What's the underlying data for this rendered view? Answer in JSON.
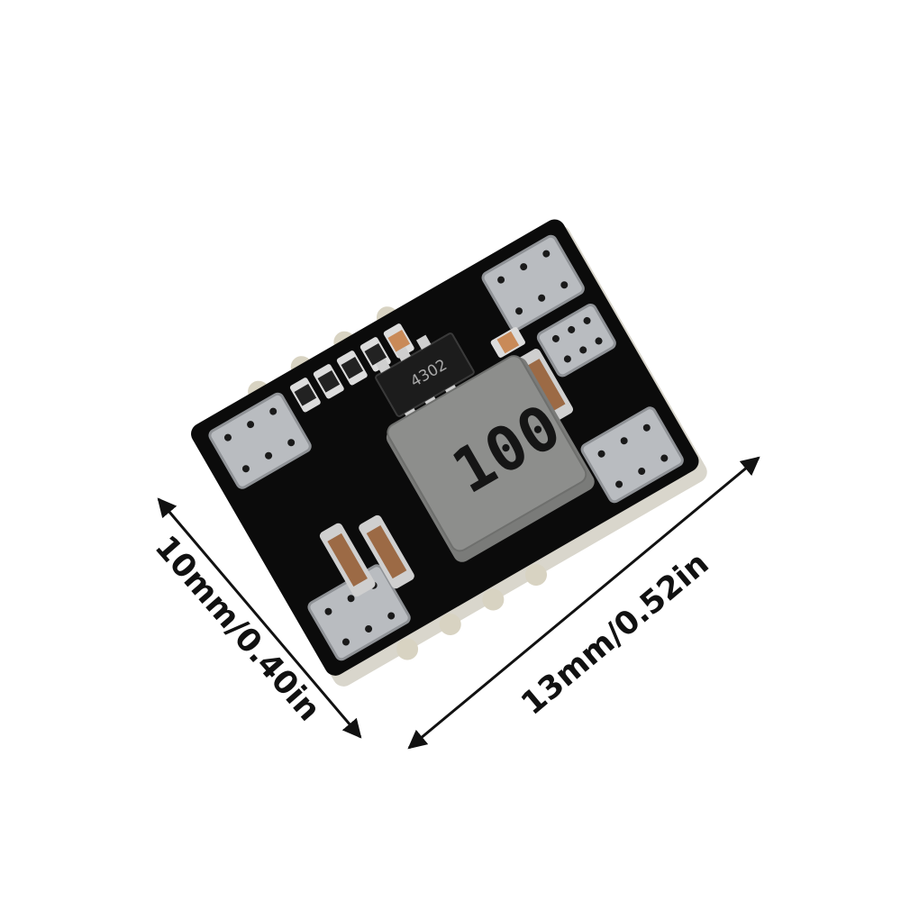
{
  "product": {
    "ic_marking": "4302",
    "inductor_marking": "100"
  },
  "dimensions": {
    "width_label": "10mm/0.40in",
    "length_label": "13mm/0.52in"
  },
  "colors": {
    "pcb": "#0b0b0b",
    "pad": "#b9bcc0",
    "inductor": "#8d8e8c",
    "capacitor": "#9c6a45",
    "arrow": "#111111"
  }
}
